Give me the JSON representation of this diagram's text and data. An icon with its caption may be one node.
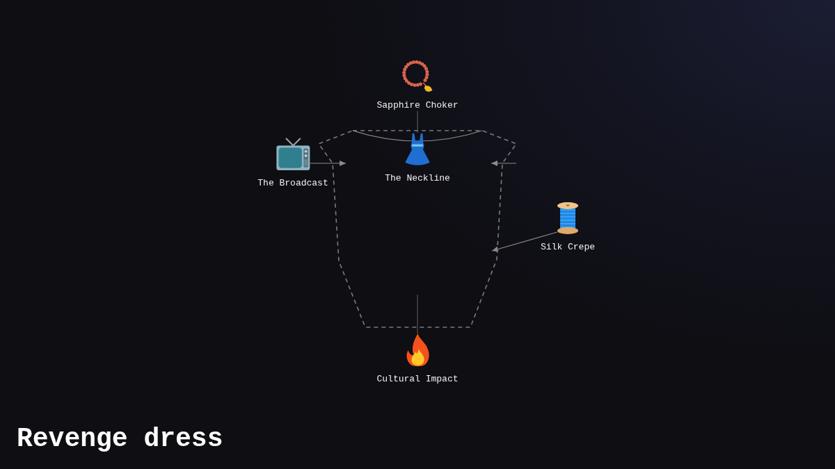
{
  "diagram": {
    "title": "Revenge dress",
    "nodes": [
      {
        "text": [],
        "shape": "picture"
      },
      {
        "text": [
          "Sapphire Choker"
        ]
      },
      {
        "text": [
          "The Neckline"
        ],
        "in": 0
      },
      {
        "text": [
          "The Broadcast"
        ]
      },
      {
        "text": [
          "Silk Crepe"
        ]
      },
      {
        "text": [
          "Cultural Impact"
        ]
      }
    ],
    "edges": [
      {
        "from": 1,
        "to": 2,
        "arrow": "none",
        "color": "#555555"
      },
      {
        "from": 3,
        "to": 0,
        "arrow": "to"
      },
      {
        "from": null,
        "to": 0,
        "arrow": "to"
      },
      {
        "from": 4,
        "to": 0,
        "arrow": "to"
      },
      {
        "from": 5,
        "to": 0,
        "arrow": "none",
        "color": "#555555"
      }
    ]
  }
}
